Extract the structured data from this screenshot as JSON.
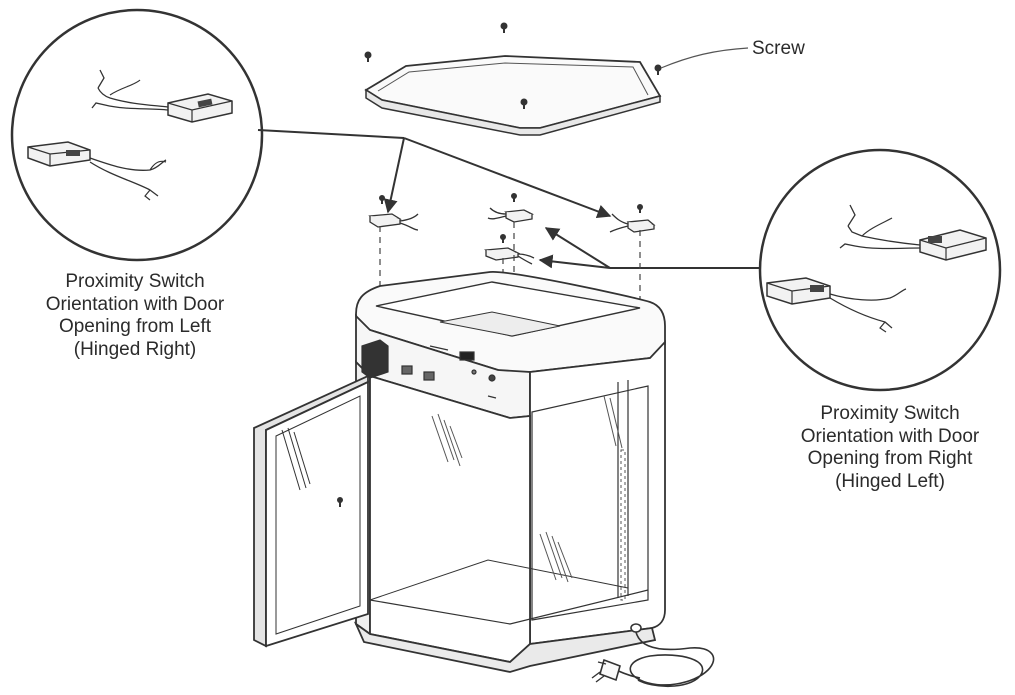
{
  "labels": {
    "screw": "Screw",
    "left_caption": [
      "Proximity Switch",
      "Orientation with Door",
      "Opening from Left",
      "(Hinged Right)"
    ],
    "right_caption": [
      "Proximity Switch",
      "Orientation with Door",
      "Opening from Right",
      "(Hinged Left)"
    ]
  },
  "colors": {
    "line": "#3a3a3a",
    "fill": "#ffffff",
    "shade": "#e6e6e6"
  }
}
